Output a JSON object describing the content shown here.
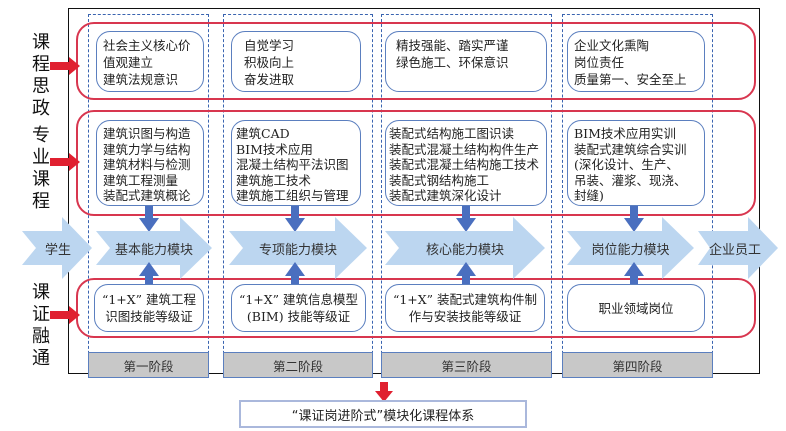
{
  "row_labels": {
    "ideology": "课程思政",
    "professional": "专业课程",
    "certificate": "课证融通"
  },
  "start_label": "学生",
  "end_label": "企业员工",
  "stages": [
    {
      "stage_label": "第一阶段",
      "ideology_text": "社会主义核心价\n值观建立\n建筑法规意识",
      "course_text": "建筑识图与构造\n建筑力学与结构\n建筑材料与检测\n建筑工程测量\n装配式建筑概论",
      "module_label": "基本能力模块",
      "certificate_text": "“1+X” 建筑工程\n识图技能等级证"
    },
    {
      "stage_label": "第二阶段",
      "ideology_text": "自觉学习\n积极向上\n奋发进取",
      "course_text": "建筑CAD\nBIM技术应用\n混凝土结构平法识图\n建筑施工技术\n建筑施工组织与管理",
      "module_label": "专项能力模块",
      "certificate_text": "“1+X” 建筑信息模型\n(BIM) 技能等级证"
    },
    {
      "stage_label": "第三阶段",
      "ideology_text": "精技强能、踏实严谨\n绿色施工、环保意识",
      "course_text": "装配式结构施工图识读\n装配式混凝土结构构件生产\n装配式混凝土结构施工技术\n装配式钢结构施工\n装配式建筑深化设计",
      "module_label": "核心能力模块",
      "certificate_text": "“1+X” 装配式建筑构件制\n作与安装技能等级证"
    },
    {
      "stage_label": "第四阶段",
      "ideology_text": "企业文化熏陶\n岗位责任\n质量第一、安全至上",
      "course_text": "BIM技术应用实训\n装配式建筑综合实训\n(深化设计、生产、\n吊装、灌浆、现浇、\n封缝)",
      "module_label": "岗位能力模块",
      "certificate_text": "职业领域岗位"
    }
  ],
  "system_title": "“课证岗进阶式”模块化课程体系",
  "colors": {
    "band_border": "#d8364f",
    "box_border": "#5b7fbf",
    "stage_dash": "#3a64b0",
    "chevron_fill": "#bcd6f0",
    "arrow_blue": "#4a6fbf",
    "arrow_red": "#e02030",
    "stage_label_bg": "#c8c8c8"
  }
}
